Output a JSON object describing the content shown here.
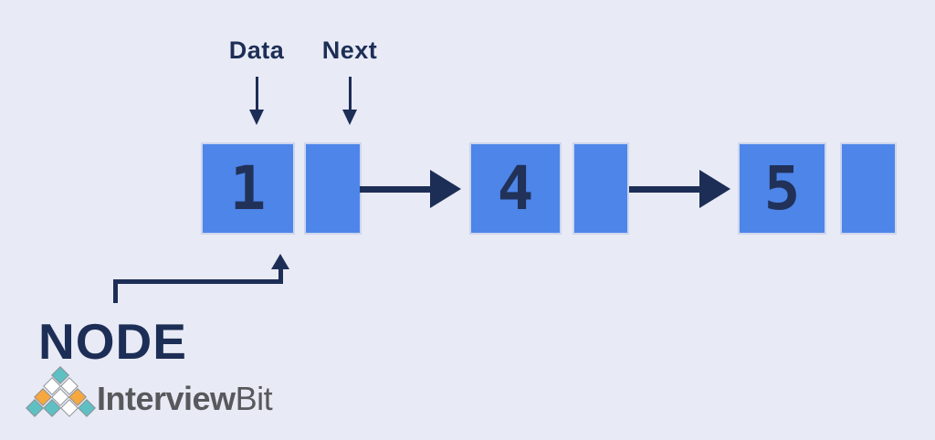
{
  "diagram": {
    "labels": {
      "data": "Data",
      "next": "Next",
      "node": "NODE"
    },
    "nodes": [
      {
        "value": "1"
      },
      {
        "value": "4"
      },
      {
        "value": "5"
      }
    ],
    "colors": {
      "background": "#e8eaf5",
      "box_fill": "#4d85e9",
      "box_border": "#cdd6ee",
      "ink_navy": "#1d2e56",
      "value_navy": "#213158"
    }
  },
  "logo": {
    "brand_bold": "Interview",
    "brand_light": "Bit",
    "text_color": "#58595c",
    "pyramid_rows": [
      [
        "teal"
      ],
      [
        "white",
        "white"
      ],
      [
        "orange",
        "white",
        "orange"
      ],
      [
        "teal",
        "teal",
        "white",
        "teal"
      ]
    ],
    "palette": {
      "teal": "#5fc0c4",
      "orange": "#f6a83f",
      "white": "#ffffff"
    }
  }
}
